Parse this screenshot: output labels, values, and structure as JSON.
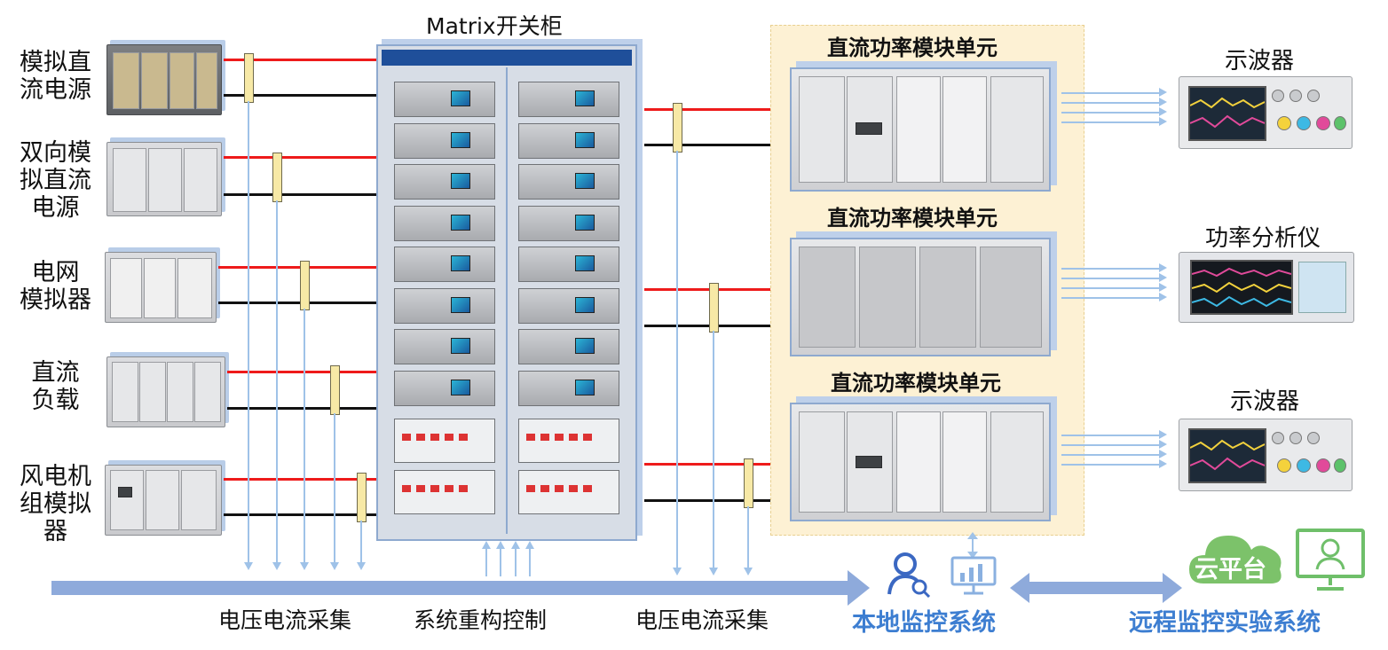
{
  "switch_cabinet_title": "Matrix开关柜",
  "sources": [
    {
      "label_lines": [
        "模拟直",
        "流电源"
      ],
      "icon": "dc-source-cabinet-icon"
    },
    {
      "label_lines": [
        "双向模",
        "拟直流",
        "电源"
      ],
      "icon": "bidirectional-source-cabinet-icon"
    },
    {
      "label_lines": [
        "电网",
        "模拟器"
      ],
      "icon": "grid-simulator-cabinet-icon"
    },
    {
      "label_lines": [
        "直流",
        "负载"
      ],
      "icon": "dc-load-cabinet-icon"
    },
    {
      "label_lines": [
        "风电机",
        "组模拟",
        "器"
      ],
      "icon": "wind-turbine-simulator-cabinet-icon"
    }
  ],
  "power_units": [
    {
      "title": "直流功率模块单元"
    },
    {
      "title": "直流功率模块单元"
    },
    {
      "title": "直流功率模块单元"
    }
  ],
  "instruments": [
    {
      "label": "示波器",
      "icon": "oscilloscope-icon"
    },
    {
      "label": "功率分析仪",
      "icon": "power-analyzer-icon"
    },
    {
      "label": "示波器",
      "icon": "oscilloscope-icon"
    }
  ],
  "bottom_labels": {
    "left_acquisition": "电压电流采集",
    "reconfig_control": "系统重构控制",
    "right_acquisition": "电压电流采集"
  },
  "local_monitoring": {
    "label": "本地监控系统",
    "icons": [
      "operator-icon",
      "monitor-chart-icon"
    ]
  },
  "cloud": {
    "label": "云平台",
    "icon": "cloud-icon"
  },
  "remote_monitoring": {
    "label": "远程监控实验系统",
    "icon": "remote-user-monitor-icon"
  },
  "colors": {
    "positive_wire": "#ee1b1b",
    "negative_wire": "#111111",
    "signal_line": "#9fc2e8",
    "main_bus_arrow": "#8eaadb",
    "accent_label": "#3d7ed1",
    "power_unit_panel": "#fdf1d4",
    "cloud_green": "#7cc26a"
  }
}
